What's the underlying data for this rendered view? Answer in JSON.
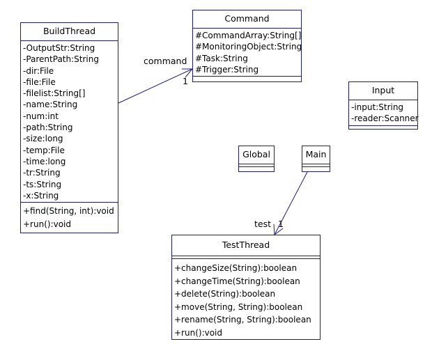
{
  "colors": {
    "border": "#1b1b88",
    "text": "#000000",
    "background": "#ffffff"
  },
  "classes": {
    "build_thread": {
      "name": "BuildThread",
      "attributes": [
        "-OutputStr:String",
        "-ParentPath:String",
        "-dir:File",
        "-file:File",
        "-filelist:String[]",
        "-name:String",
        "-num:int",
        "-path:String",
        "-size:long",
        "-temp:File",
        "-time:long",
        "-tr:String",
        "-ts:String",
        "-x:String"
      ],
      "operations": [
        "+find(String, int):void",
        "+run():void"
      ]
    },
    "command": {
      "name": "Command",
      "attributes": [
        "#CommandArray:String[]",
        "#MonitoringObject:String",
        "#Task:String",
        "#Trigger:String"
      ]
    },
    "input": {
      "name": "Input",
      "attributes": [
        "-input:String",
        "-reader:Scanner"
      ]
    },
    "global": {
      "name": "Global"
    },
    "main": {
      "name": "Main"
    },
    "test_thread": {
      "name": "TestThread",
      "operations": [
        "+changeSize(String):boolean",
        "+changeTime(String):boolean",
        "+delete(String):boolean",
        "+move(String, String):boolean",
        "+rename(String, String):boolean",
        "+run():void"
      ]
    }
  },
  "associations": {
    "build_to_command": {
      "role": "command",
      "multiplicity": "1"
    },
    "main_to_test": {
      "role": "test",
      "multiplicity": "1"
    }
  }
}
